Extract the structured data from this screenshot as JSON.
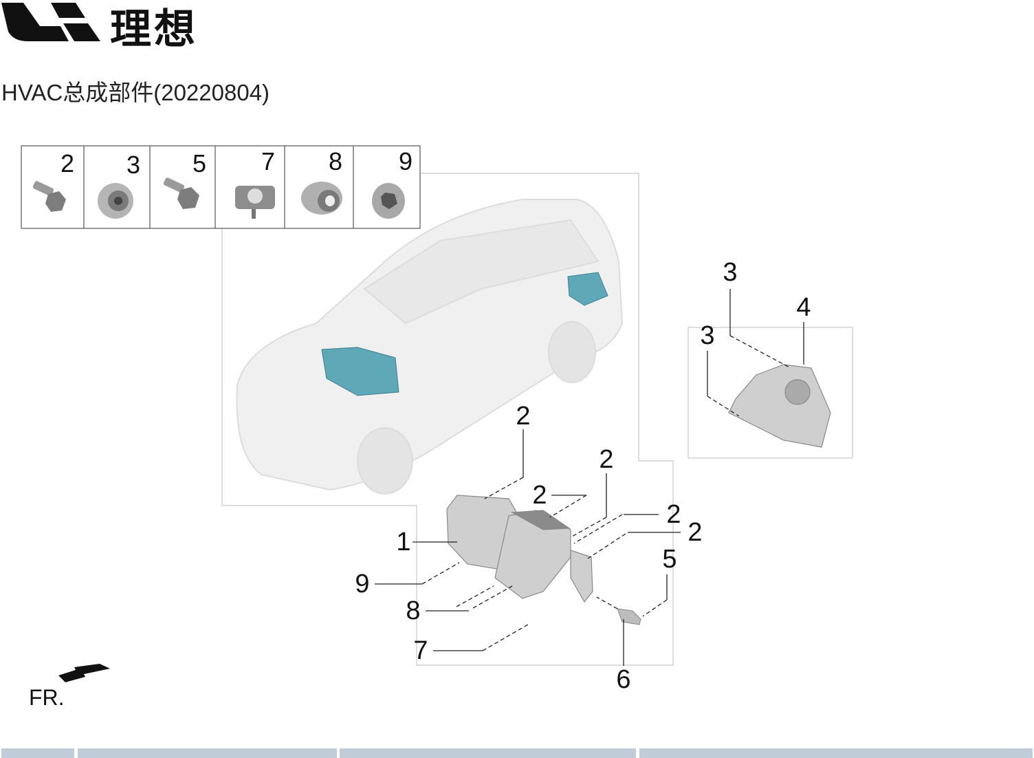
{
  "header": {
    "brand": "理想",
    "title": "HVAC总成部件(20220804)"
  },
  "parts_table": [
    {
      "label": "2"
    },
    {
      "label": "3"
    },
    {
      "label": "5"
    },
    {
      "label": "7"
    },
    {
      "label": "8"
    },
    {
      "label": "9"
    }
  ],
  "callouts": [
    "3",
    "4",
    "3",
    "2",
    "2",
    "2",
    "2",
    "2",
    "1",
    "5",
    "9",
    "8",
    "7",
    "6"
  ],
  "orientation": {
    "label": "FR."
  },
  "colors": {
    "hvac_highlight": "#5fa8b8",
    "footer_bar": "#c0ccd8"
  }
}
